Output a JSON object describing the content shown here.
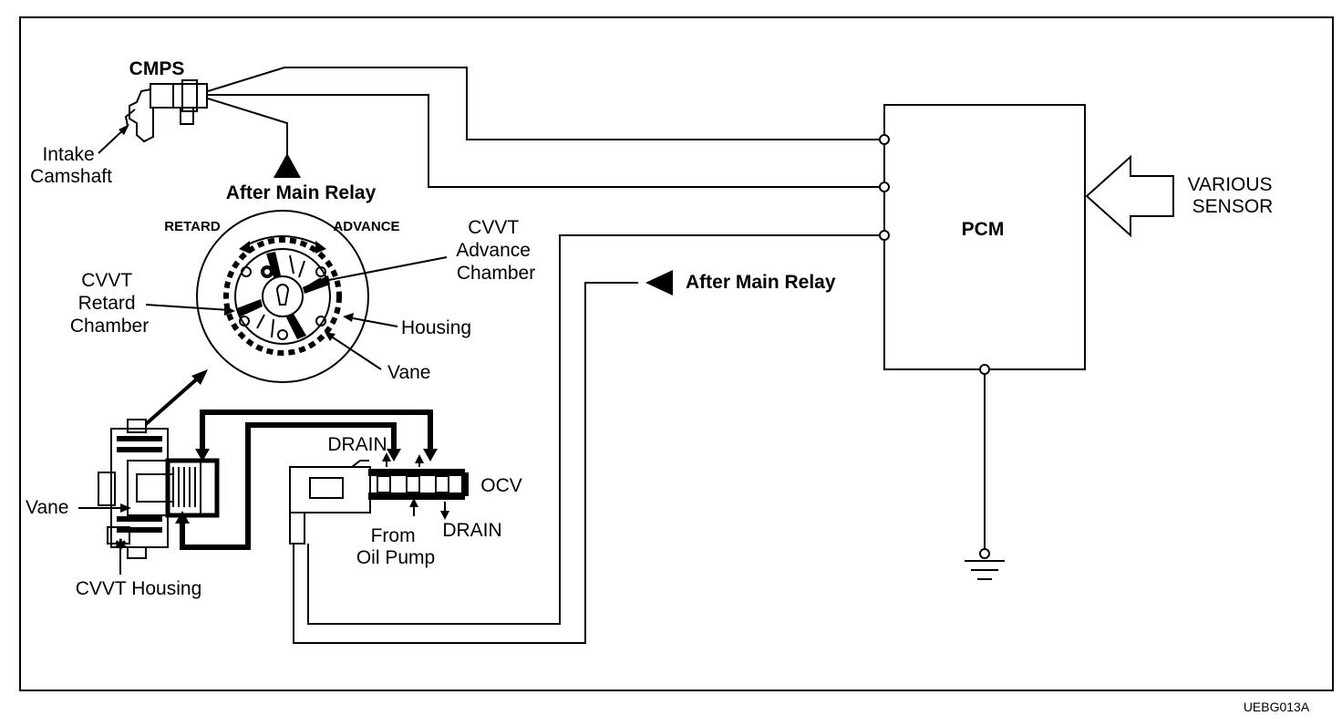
{
  "labels": {
    "cmps": "CMPS",
    "intake_camshaft": [
      "Intake",
      "Camshaft"
    ],
    "after_main_relay_top": "After Main Relay",
    "after_main_relay_mid": "After Main Relay",
    "retard": "RETARD",
    "advance": "ADVANCE",
    "cvvt_advance_chamber": [
      "CVVT",
      "Advance",
      "Chamber"
    ],
    "cvvt_retard_chamber": [
      "CVVT",
      "Retard",
      "Chamber"
    ],
    "housing": "Housing",
    "vane_detail": "Vane",
    "pcm": "PCM",
    "various_sensor": [
      "VARIOUS",
      "SENSOR"
    ],
    "drain_top": "DRAIN",
    "drain_bottom": "DRAIN",
    "ocv": "OCV",
    "from_oil_pump": [
      "From",
      "Oil Pump"
    ],
    "vane_left": "Vane",
    "cvvt_housing": "CVVT Housing",
    "figure_code": "UEBG013A"
  },
  "colors": {
    "ink": "#000000",
    "paper": "#ffffff"
  }
}
